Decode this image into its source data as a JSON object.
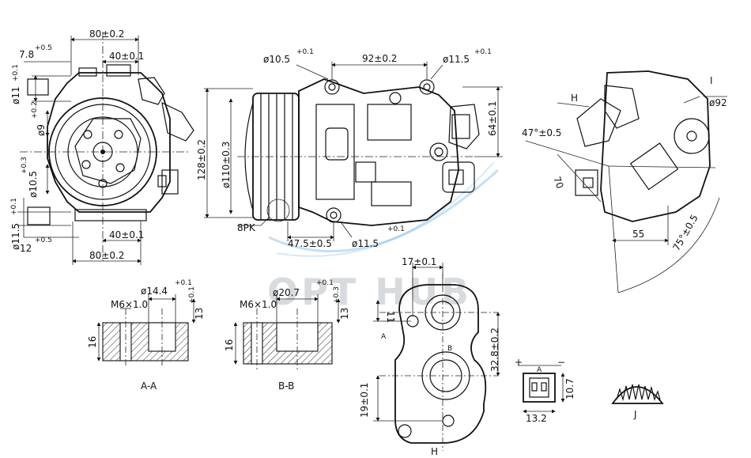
{
  "watermark": {
    "text": "OPT HUB",
    "color": "#cfd3d6",
    "swoosh_color": "#2f8fd6"
  },
  "front_view": {
    "dims": {
      "top_width": "80±0.2",
      "top_inner": "40±0.1",
      "top_left": "7.8",
      "top_left_tol": "+0.5",
      "left_upper": "ø11",
      "left_upper_tol": "+0.1",
      "left_mid": "ø9",
      "left_mid_tol": "+0.2",
      "left_low": "ø10.5",
      "left_low_tol": "+0.3",
      "left_bottom": "ø11.5",
      "left_bottom_tol": "+0.1",
      "bottom_left": "12",
      "bottom_left_tol": "+0.5",
      "bottom_inner": "40±0.1",
      "bottom_width": "80±0.2"
    }
  },
  "side_view": {
    "dims": {
      "top_hole_left": "ø10.5",
      "top_hole_left_tol": "+0.1",
      "top_span": "92±0.2",
      "top_hole_right": "ø11.5",
      "top_hole_right_tol": "+0.1",
      "height_total": "128±0.2",
      "pulley_dia": "ø110±0.3",
      "right_height": "64±0.1",
      "belt": "8PK",
      "bottom_span": "47.5±0.5",
      "bottom_hole": "ø11.5",
      "bottom_hole_tol": "+0.1"
    }
  },
  "right_view": {
    "dims": {
      "view_h": "H",
      "view_i": "I",
      "hole": "ø92",
      "angle": "47°±0.5",
      "len_70": "70",
      "len_55": "55",
      "angle_75": "75°±0.5"
    }
  },
  "section_aa": {
    "label": "A-A",
    "thread": "M6×1.0",
    "bore": "ø14.4",
    "bore_tol": "+0.1",
    "depth": "13",
    "depth_tol": "+0.1",
    "height": "16"
  },
  "section_bb": {
    "label": "B-B",
    "thread": "M6×1.0",
    "bore": "ø20.7",
    "bore_tol": "+0.1",
    "depth": "13",
    "depth_tol": "+0.3",
    "height": "16"
  },
  "view_h": {
    "label": "H",
    "top_dim": "17±0.1",
    "left_dim": "11",
    "right_dim": "32.8±0.2",
    "bottom_dim": "19±0.1",
    "mark_a": "A",
    "mark_b": "B"
  },
  "connector": {
    "plus": "+",
    "minus": "−",
    "letter": "A",
    "height": "10.7",
    "width": "13.2"
  },
  "view_j": {
    "label": "J"
  }
}
